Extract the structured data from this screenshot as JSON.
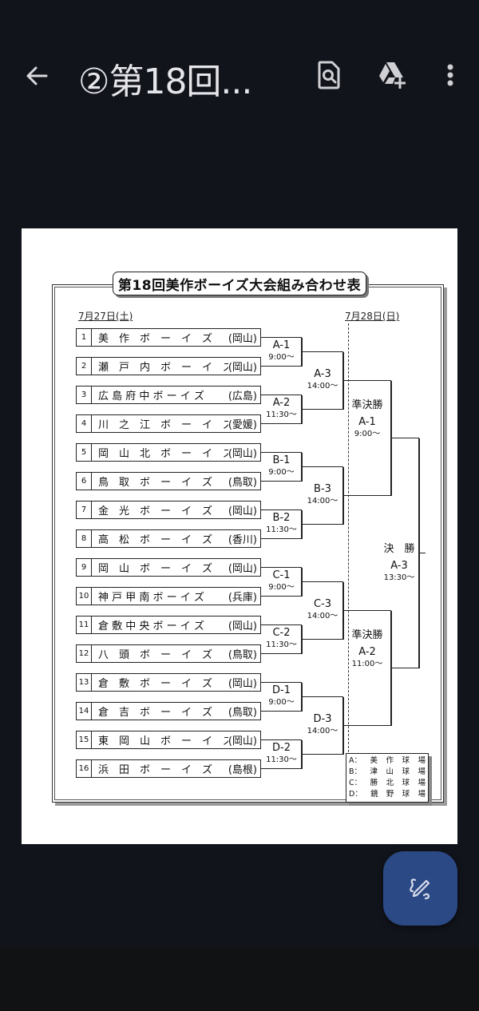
{
  "appbar": {
    "title": "②第18回...",
    "back_icon": "arrow-left-icon",
    "find_icon": "find-in-page-icon",
    "drive_icon": "add-to-drive-icon",
    "more_icon": "more-vert-icon"
  },
  "document": {
    "title": "第18回美作ボーイズ大会組み合わせ表",
    "dates": {
      "day1": "7月27日(土)",
      "day2": "7月28日(日)"
    },
    "teams": [
      {
        "seed": "1",
        "name": "美　作　ボ　ー　イ　ズ",
        "pref": "(岡山)"
      },
      {
        "seed": "2",
        "name": "瀬　戸　内　ボ　ー　イ　ズ",
        "pref": "(岡山)"
      },
      {
        "seed": "3",
        "name": "広 島 府 中 ボ ー イ ズ",
        "pref": "(広島)"
      },
      {
        "seed": "4",
        "name": "川　之　江　ボ　ー　イ　ズ",
        "pref": "(愛媛)"
      },
      {
        "seed": "5",
        "name": "岡　山　北　ボ　ー　イ　ズ",
        "pref": "(岡山)"
      },
      {
        "seed": "6",
        "name": "鳥　取　ボ　ー　イ　ズ",
        "pref": "(鳥取)"
      },
      {
        "seed": "7",
        "name": "金　光　ボ　ー　イ　ズ",
        "pref": "(岡山)"
      },
      {
        "seed": "8",
        "name": "高　松　ボ　ー　イ　ズ",
        "pref": "(香川)"
      },
      {
        "seed": "9",
        "name": "岡　山　ボ　ー　イ　ズ",
        "pref": "(岡山)"
      },
      {
        "seed": "10",
        "name": "神 戸 甲 南 ボ ー イ ズ",
        "pref": "(兵庫)"
      },
      {
        "seed": "11",
        "name": "倉 敷 中 央 ボ ー イ ズ",
        "pref": "(岡山)"
      },
      {
        "seed": "12",
        "name": "八　頭　ボ　ー　イ　ズ",
        "pref": "(鳥取)"
      },
      {
        "seed": "13",
        "name": "倉　敷　ボ　ー　イ　ズ",
        "pref": "(岡山)"
      },
      {
        "seed": "14",
        "name": "倉　吉　ボ　ー　イ　ズ",
        "pref": "(鳥取)"
      },
      {
        "seed": "15",
        "name": "東　岡　山　ボ　ー　イ　ズ",
        "pref": "(岡山)"
      },
      {
        "seed": "16",
        "name": "浜　田　ボ　ー　イ　ズ",
        "pref": "(島根)"
      }
    ],
    "round1": [
      {
        "code": "A-1",
        "time": "9:00～"
      },
      {
        "code": "A-2",
        "time": "11:30～"
      },
      {
        "code": "B-1",
        "time": "9:00～"
      },
      {
        "code": "B-2",
        "time": "11:30～"
      },
      {
        "code": "C-1",
        "time": "9:00～"
      },
      {
        "code": "C-2",
        "time": "11:30～"
      },
      {
        "code": "D-1",
        "time": "9:00～"
      },
      {
        "code": "D-2",
        "time": "11:30～"
      }
    ],
    "round2": [
      {
        "code": "A-3",
        "time": "14:00～"
      },
      {
        "code": "B-3",
        "time": "14:00～"
      },
      {
        "code": "C-3",
        "time": "14:00～"
      },
      {
        "code": "D-3",
        "time": "14:00～"
      }
    ],
    "semifinals": [
      {
        "round": "準決勝",
        "code": "A-1",
        "time": "9:00～"
      },
      {
        "round": "準決勝",
        "code": "A-2",
        "time": "11:00～"
      }
    ],
    "final": {
      "round": "決　勝",
      "code": "A-3",
      "time": "13:30～"
    },
    "legend": [
      {
        "key": "A：",
        "chars": [
          "美",
          "作",
          "球",
          "場"
        ]
      },
      {
        "key": "B：",
        "chars": [
          "津",
          "山",
          "球",
          "場"
        ]
      },
      {
        "key": "C：",
        "chars": [
          "勝",
          "北",
          "球",
          "場"
        ]
      },
      {
        "key": "D：",
        "chars": [
          "鏡",
          "野",
          "球",
          "場"
        ]
      }
    ]
  },
  "fab": {
    "icon": "draw-pen-icon"
  },
  "colors": {
    "background": "#12141c",
    "fab": "#2b4a85",
    "page": "#ffffff"
  }
}
